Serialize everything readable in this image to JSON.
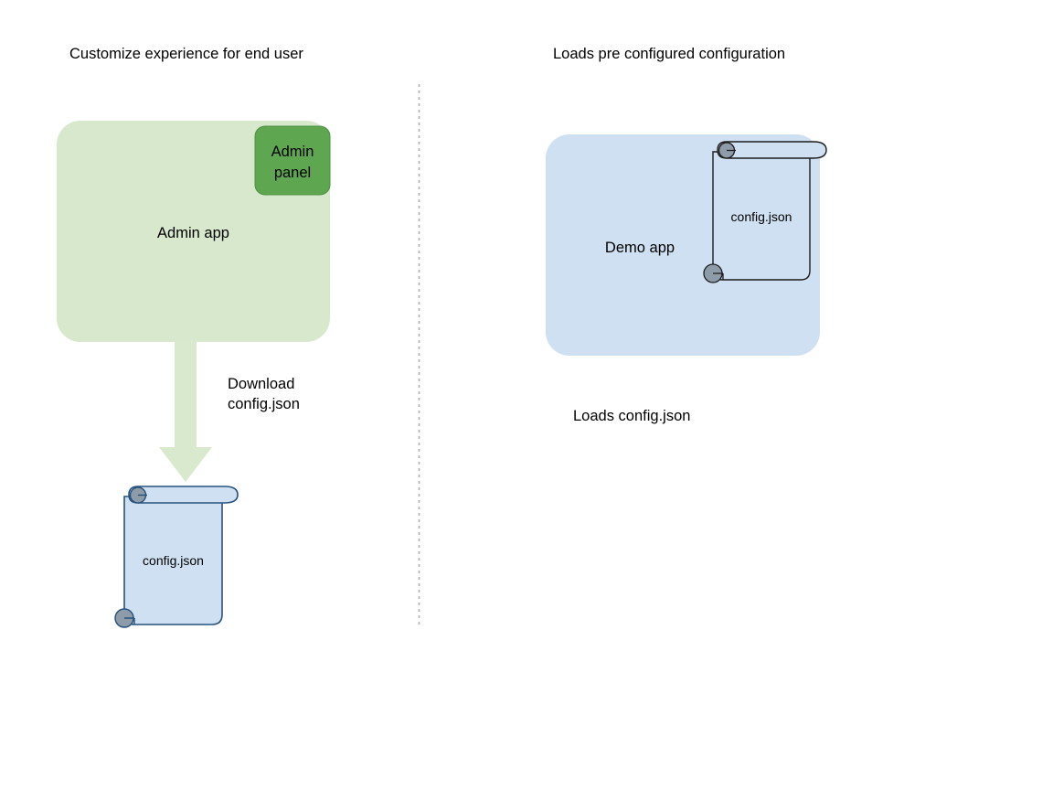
{
  "diagram": {
    "title_left": "Customize experience for end user",
    "title_right": "Loads pre configured configuration",
    "divider": "vertical-dotted-divider"
  },
  "left_flow": {
    "app_box": {
      "label": "Admin app",
      "fill": "#d7e8cc",
      "stroke": "none"
    },
    "admin_panel": {
      "label_line1": "Admin",
      "label_line2": "panel",
      "fill": "#5ea750",
      "stroke": "#4b8c41"
    },
    "arrow": {
      "label_line1": "Download",
      "label_line2": "config.json",
      "fill": "#d9e9cd",
      "direction": "down"
    },
    "document": {
      "label": "config.json",
      "fill": "#cfe0f2",
      "stroke": "#26527d",
      "roll_fill": "#8e9ba8"
    }
  },
  "right_flow": {
    "app_box": {
      "label": "Demo app",
      "fill": "#cfe0f2",
      "stroke": "none"
    },
    "document": {
      "label": "config.json",
      "fill": "#cfe0f2",
      "stroke": "#1a1a1a",
      "roll_fill": "#8e9ba8"
    },
    "caption": "Loads config.json"
  },
  "colors": {
    "background": "#ffffff",
    "text": "#000000",
    "divider": "#b3b3b3",
    "light_green": "#d7e8cc",
    "dark_green": "#5ea750",
    "light_blue": "#cfe0f2",
    "doc_stroke": "#26527d",
    "roll_gray": "#8e9ba8"
  }
}
